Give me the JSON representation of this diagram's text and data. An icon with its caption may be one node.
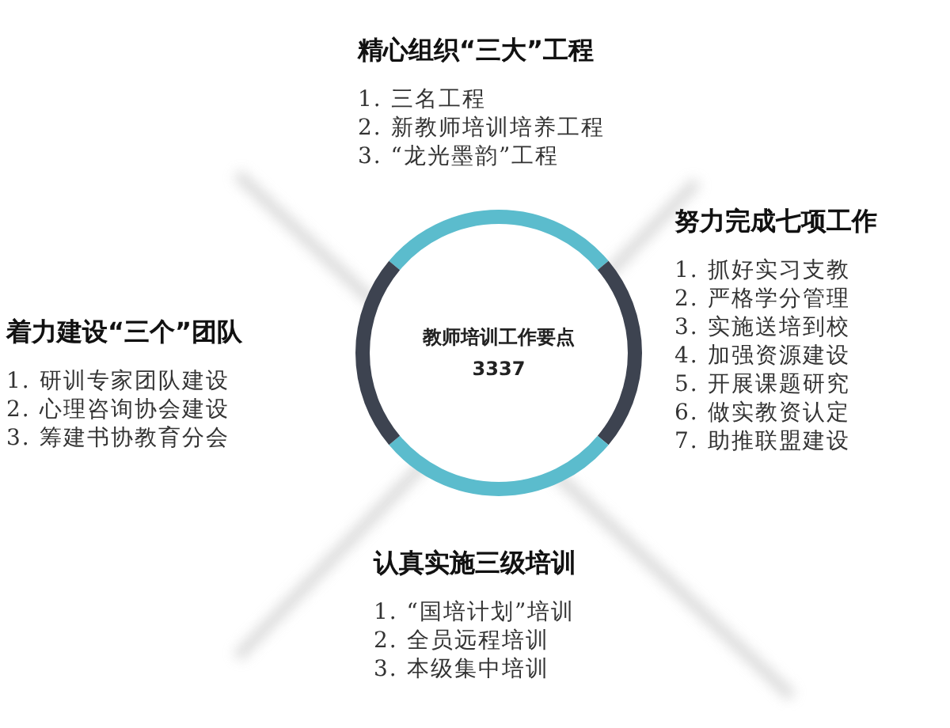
{
  "diagram": {
    "nodes": [
      {
        "text": [
          "精心组织“三大”工程",
          "1. 三名工程",
          "2. 新教师培训培养工程",
          "3. “龙光墨韵”工程"
        ]
      },
      {
        "text": [
          "努力完成七项工作",
          "1. 抓好实习支教",
          "2. 严格学分管理",
          "3. 实施送培到校",
          "4. 加强资源建设",
          "5. 开展课题研究",
          "6. 做实教资认定",
          "7. 助推联盟建设"
        ]
      },
      {
        "text": [
          "着力建设“三个”团队",
          "1. 研训专家团队建设",
          "2. 心理咨询协会建设",
          "3. 筹建书协教育分会"
        ]
      },
      {
        "text": [
          "教师培训工作要点",
          "3337"
        ]
      },
      {
        "text": [
          "认真实施三级培训",
          "1. “国培计划”培训",
          "2. 全员远程培训",
          "3. 本级集中培训"
        ]
      }
    ]
  }
}
